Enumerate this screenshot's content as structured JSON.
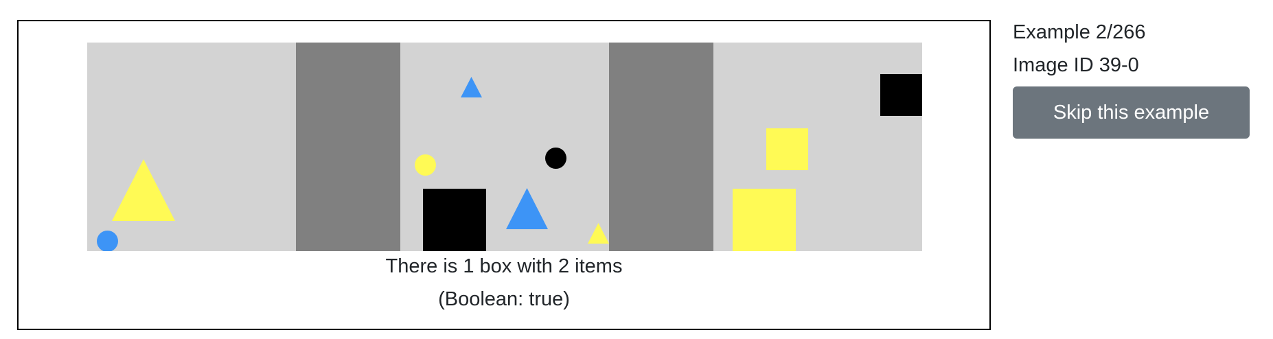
{
  "caption": {
    "line1": "There is 1 box with 2 items",
    "line2": "(Boolean: true)"
  },
  "sidebar": {
    "example_counter": "Example 2/266",
    "image_id": "Image ID 39-0",
    "skip_label": "Skip this example"
  },
  "colors": {
    "background": "#d3d3d3",
    "divider": "#808080",
    "yellow": "#fffa55",
    "blue": "#3d94f6",
    "black": "#000000",
    "button": "#6c757d"
  }
}
